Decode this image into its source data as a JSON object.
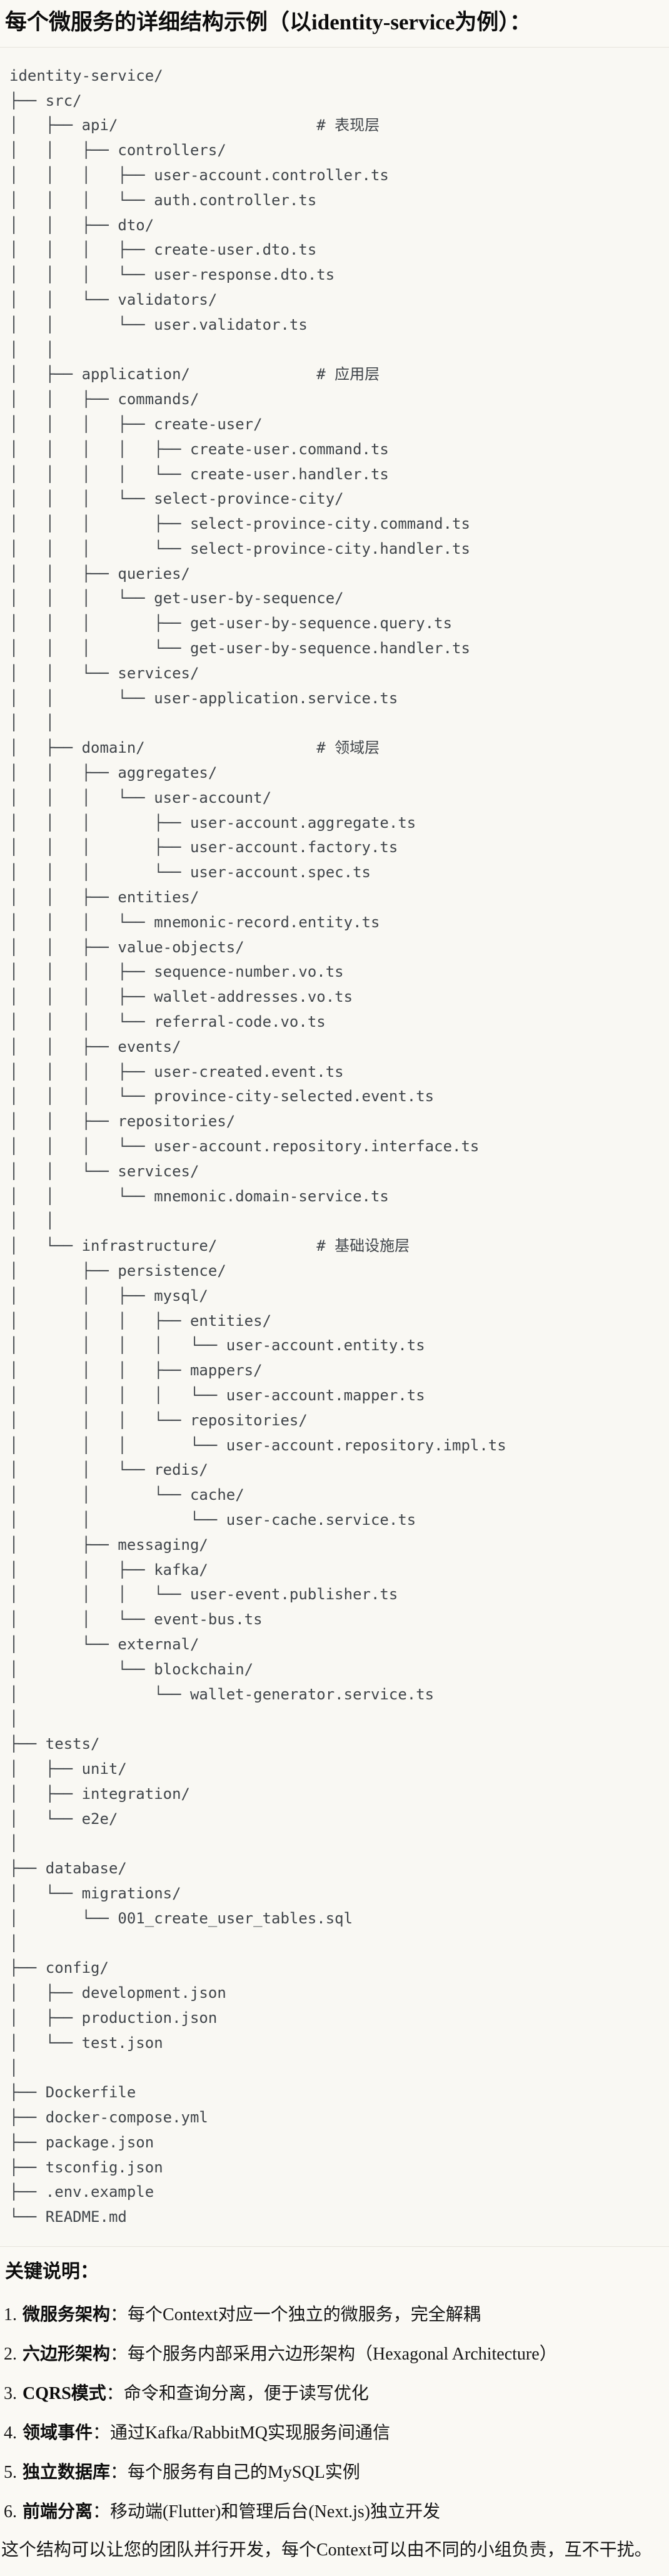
{
  "page": {
    "title": "每个微服务的详细结构示例（以identity-service为例）：",
    "section_heading": "关键说明：",
    "footer": "这个结构可以让您的团队并行开发，每个Context可以由不同的小组负责，互不干扰。"
  },
  "file_tree": {
    "lines": [
      "identity-service/",
      "├── src/",
      "│   ├── api/                      # 表现层",
      "│   │   ├── controllers/",
      "│   │   │   ├── user-account.controller.ts",
      "│   │   │   └── auth.controller.ts",
      "│   │   ├── dto/",
      "│   │   │   ├── create-user.dto.ts",
      "│   │   │   └── user-response.dto.ts",
      "│   │   └── validators/",
      "│   │       └── user.validator.ts",
      "│   │",
      "│   ├── application/              # 应用层",
      "│   │   ├── commands/",
      "│   │   │   ├── create-user/",
      "│   │   │   │   ├── create-user.command.ts",
      "│   │   │   │   └── create-user.handler.ts",
      "│   │   │   └── select-province-city/",
      "│   │   │       ├── select-province-city.command.ts",
      "│   │   │       └── select-province-city.handler.ts",
      "│   │   ├── queries/",
      "│   │   │   └── get-user-by-sequence/",
      "│   │   │       ├── get-user-by-sequence.query.ts",
      "│   │   │       └── get-user-by-sequence.handler.ts",
      "│   │   └── services/",
      "│   │       └── user-application.service.ts",
      "│   │",
      "│   ├── domain/                   # 领域层",
      "│   │   ├── aggregates/",
      "│   │   │   └── user-account/",
      "│   │   │       ├── user-account.aggregate.ts",
      "│   │   │       ├── user-account.factory.ts",
      "│   │   │       └── user-account.spec.ts",
      "│   │   ├── entities/",
      "│   │   │   └── mnemonic-record.entity.ts",
      "│   │   ├── value-objects/",
      "│   │   │   ├── sequence-number.vo.ts",
      "│   │   │   ├── wallet-addresses.vo.ts",
      "│   │   │   └── referral-code.vo.ts",
      "│   │   ├── events/",
      "│   │   │   ├── user-created.event.ts",
      "│   │   │   └── province-city-selected.event.ts",
      "│   │   ├── repositories/",
      "│   │   │   └── user-account.repository.interface.ts",
      "│   │   └── services/",
      "│   │       └── mnemonic.domain-service.ts",
      "│   │",
      "│   └── infrastructure/           # 基础设施层",
      "│       ├── persistence/",
      "│       │   ├── mysql/",
      "│       │   │   ├── entities/",
      "│       │   │   │   └── user-account.entity.ts",
      "│       │   │   ├── mappers/",
      "│       │   │   │   └── user-account.mapper.ts",
      "│       │   │   └── repositories/",
      "│       │   │       └── user-account.repository.impl.ts",
      "│       │   └── redis/",
      "│       │       └── cache/",
      "│       │           └── user-cache.service.ts",
      "│       ├── messaging/",
      "│       │   ├── kafka/",
      "│       │   │   └── user-event.publisher.ts",
      "│       │   └── event-bus.ts",
      "│       └── external/",
      "│           └── blockchain/",
      "│               └── wallet-generator.service.ts",
      "│",
      "├── tests/",
      "│   ├── unit/",
      "│   ├── integration/",
      "│   └── e2e/",
      "│",
      "├── database/",
      "│   └── migrations/",
      "│       └── 001_create_user_tables.sql",
      "│",
      "├── config/",
      "│   ├── development.json",
      "│   ├── production.json",
      "│   └── test.json",
      "│",
      "├── Dockerfile",
      "├── docker-compose.yml",
      "├── package.json",
      "├── tsconfig.json",
      "├── .env.example",
      "└── README.md"
    ]
  },
  "key_notes": {
    "colon": "：",
    "items": [
      {
        "num": "1.",
        "label": "微服务架构",
        "desc": "每个Context对应一个独立的微服务，完全解耦"
      },
      {
        "num": "2.",
        "label": "六边形架构",
        "desc": "每个服务内部采用六边形架构（Hexagonal Architecture）"
      },
      {
        "num": "3.",
        "label": "CQRS模式",
        "desc": "命令和查询分离，便于读写优化"
      },
      {
        "num": "4.",
        "label": "领域事件",
        "desc": "通过Kafka/RabbitMQ实现服务间通信"
      },
      {
        "num": "5.",
        "label": "独立数据库",
        "desc": "每个服务有自己的MySQL实例"
      },
      {
        "num": "6.",
        "label": "前端分离",
        "desc": "移动端(Flutter)和管理后台(Next.js)独立开发"
      }
    ]
  }
}
